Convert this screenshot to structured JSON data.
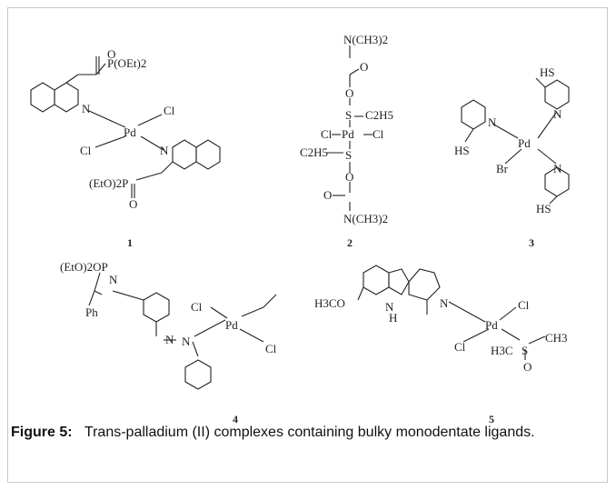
{
  "figure": {
    "label": "Figure 5:",
    "caption": "Trans-palladium (II) complexes containing bulky monodentate ligands."
  },
  "compounds": [
    {
      "number": "1",
      "atoms": [
        "O",
        "P(OEt)2",
        "N",
        "Cl",
        "Pd",
        "Cl",
        "N",
        "(EtO)2P",
        "O"
      ]
    },
    {
      "number": "2",
      "atoms": [
        "N(CH3)2",
        "O",
        "O",
        "S",
        "C2H5",
        "Cl",
        "Pd",
        "Cl",
        "C2H5",
        "S",
        "O",
        "O",
        "N(CH3)2"
      ]
    },
    {
      "number": "3",
      "atoms": [
        "HS",
        "N",
        "N",
        "HS",
        "Pd",
        "Br",
        "N",
        "HS"
      ]
    },
    {
      "number": "4",
      "atoms": [
        "(EtO)2OP",
        "N",
        "Ph",
        "Cl",
        "Pd",
        "Cl",
        "N",
        "N"
      ]
    },
    {
      "number": "5",
      "atoms": [
        "H3CO",
        "N",
        "H",
        "N",
        "Cl",
        "Pd",
        "CH3",
        "Cl",
        "H3C",
        "S",
        "O"
      ]
    }
  ]
}
